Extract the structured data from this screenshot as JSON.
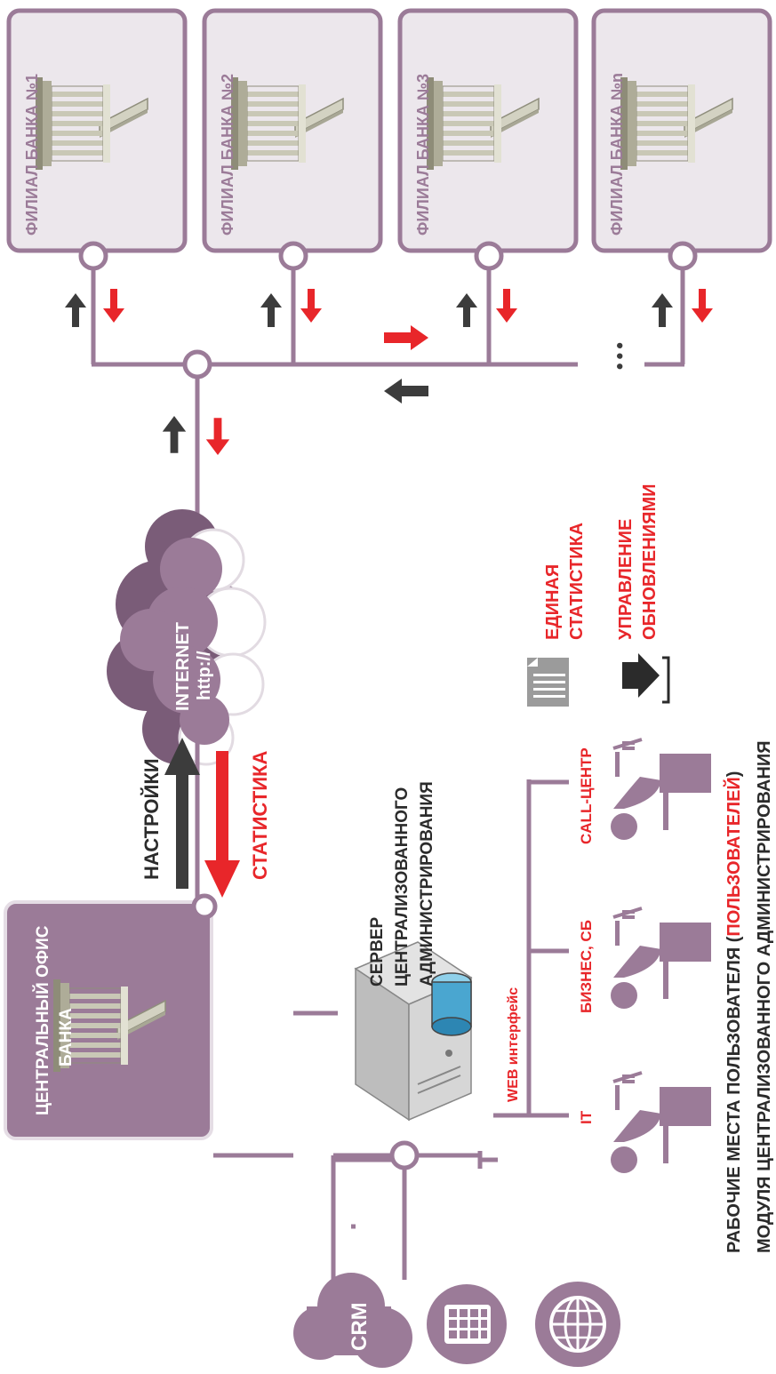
{
  "colors": {
    "purple": "#9b7b98",
    "purple_dark": "#7a5c78",
    "panel_light": "#ece7ec",
    "red": "#e8262a",
    "gray": "#3c3c3c",
    "text_dark": "#2b2b2b"
  },
  "branches": [
    {
      "label": "ФИЛИАЛ БАНКА №1"
    },
    {
      "label": "ФИЛИАЛ БАНКА №2"
    },
    {
      "label": "ФИЛИАЛ БАНКА №3"
    },
    {
      "label": "ФИЛИАЛ БАНКА №n"
    }
  ],
  "ellipsis": "•••",
  "internet": {
    "title": "INTERNET",
    "subtitle": "http://"
  },
  "central_office": {
    "line1": "ЦЕНТРАЛЬНЫЙ ОФИС",
    "line2": "БАНКА"
  },
  "flows": {
    "settings": "НАСТРОЙКИ",
    "statistics": "СТАТИСТИКА"
  },
  "server": {
    "line1": "СЕРВЕР",
    "line2": "ЦЕНТРАЛИЗОВАННОГО",
    "line3": "АДМИНИСТРИРОВАНИЯ"
  },
  "web_interface": "WEB интерфейс",
  "workplaces": [
    {
      "label": "IT"
    },
    {
      "label": "БИЗНЕС, СБ"
    },
    {
      "label": "CALL-ЦЕНТР"
    }
  ],
  "features": [
    {
      "line1": "ЕДИНАЯ",
      "line2": "СТАТИСТИКА",
      "icon": "document-icon"
    },
    {
      "line1": "УПРАВЛЕНИЕ",
      "line2": "ОБНОВЛЕНИЯМИ",
      "icon": "login-arrow-icon"
    }
  ],
  "caption": {
    "line1_a": "РАБОЧИЕ МЕСТА ПОЛЬЗОВАТЕЛЯ (",
    "line1_b": "ПОЛЬЗОВАТЕЛЕЙ",
    "line1_c": ")",
    "line2": "МОДУЛЯ ЦЕНТРАЛИЗОВАННОГО АДМИНИСТРИРОВАНИЯ"
  },
  "left_services": [
    {
      "label": "CRM",
      "icon": "crm-cloud-icon"
    },
    {
      "label": "",
      "icon": "tablet-icon"
    },
    {
      "label": "",
      "icon": "globe-icon"
    }
  ]
}
